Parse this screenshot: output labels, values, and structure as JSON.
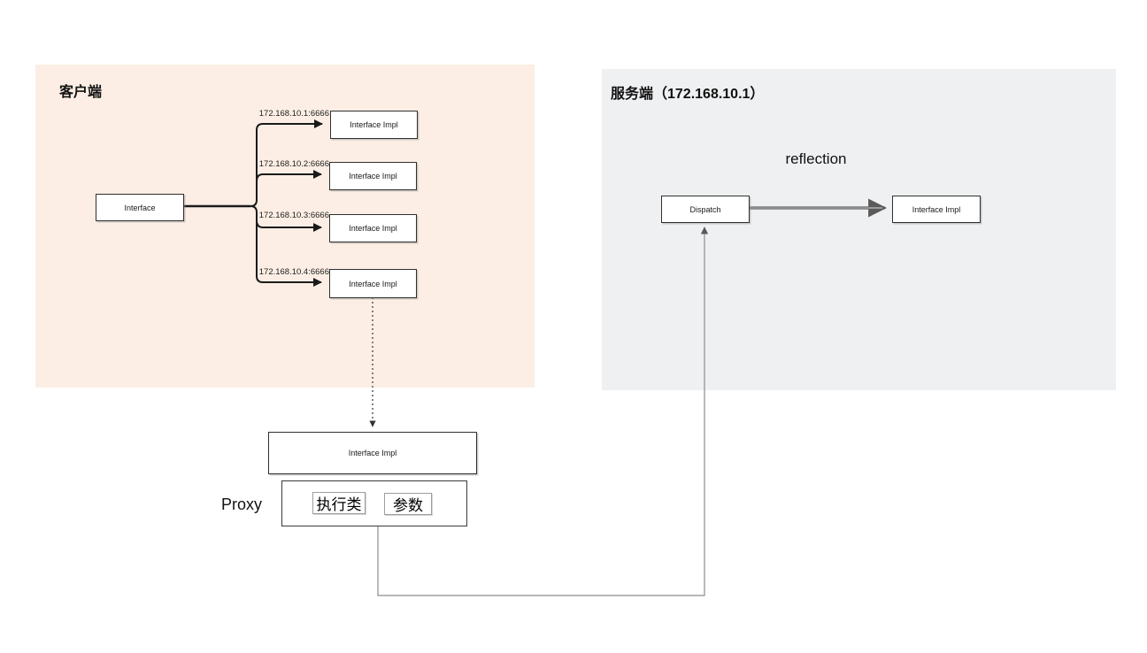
{
  "diagram_title": "RPC client-server proxy diagram",
  "client_panel": {
    "title": "客户端",
    "bg_color": "#fceee4",
    "interface_box": {
      "label": "Interface"
    },
    "impl_boxes": [
      {
        "label": "Interface Impl",
        "ip": "172.168.10.1:6666"
      },
      {
        "label": "Interface Impl",
        "ip": "172.168.10.2:6666"
      },
      {
        "label": "Interface Impl",
        "ip": "172.168.10.3:6666"
      },
      {
        "label": "Interface Impl",
        "ip": "172.168.10.4:6666"
      }
    ]
  },
  "server_panel": {
    "title": "服务端（172.168.10.1）",
    "bg_color": "#eff0f2",
    "reflection_label": "reflection",
    "dispatch_box": {
      "label": "Dispatch"
    },
    "impl_box": {
      "label": "Interface Impl"
    }
  },
  "proxy_section": {
    "impl_box": {
      "label": "Interface Impl"
    },
    "proxy_label": "Proxy",
    "executor_box": {
      "label": "执行类"
    },
    "params_box": {
      "label": "参数"
    }
  },
  "colors": {
    "client_bg": "#fceee4",
    "server_bg": "#eff0f2",
    "box_border": "#2f2f2f",
    "dark_line": "#1a1a1a",
    "gray_line": "#8c8c8c",
    "inner_box_border": "#9e9e9e"
  }
}
